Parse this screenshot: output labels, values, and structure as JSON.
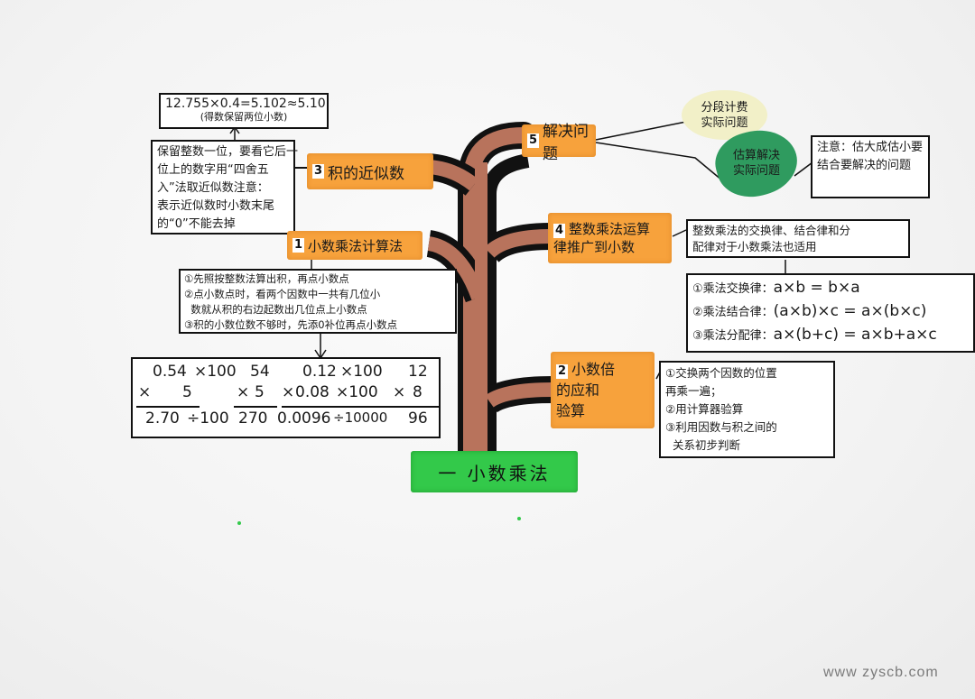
{
  "root": {
    "label": "一  小数乘法",
    "color": "#33c94a"
  },
  "branches": [
    {
      "id": 5,
      "number": "5",
      "title": "解决问题",
      "bubbles": [
        {
          "text": "分段计费实际问题",
          "color": "#f2f0c8"
        },
        {
          "text": "估算解决实际问题",
          "color": "#2f9b5f"
        }
      ],
      "note": "注意：估大成估小要结合要解决的问题"
    },
    {
      "id": 3,
      "number": "3",
      "title": "积的近似数",
      "example": {
        "line1": "12.755×0.4=5.102≈5.10",
        "line2": "(得数保留两位小数)"
      },
      "note_lines": [
        "保留整数一位，要看它后一",
        "位上的数字用“四舍五",
        "入”法取近似数注意：",
        "表示近似数时小数末尾",
        "的“0”不能去掉"
      ]
    },
    {
      "id": 4,
      "number": "4",
      "title_lines": [
        "整数乘法运算",
        "律推广到小数"
      ],
      "note_lines": [
        "整数乘法的交换律、结合律和分",
        "配律对于小数乘法也适用"
      ],
      "laws": [
        {
          "name": "①乘法交换律",
          "formula": "a×b = b×a"
        },
        {
          "name": "②乘法结合律",
          "formula": "(a×b)×c = a×(b×c)"
        },
        {
          "name": "③乘法分配律",
          "formula": "a×(b+c) = a×b+a×c"
        }
      ]
    },
    {
      "id": 1,
      "number": "1",
      "title": "小数乘法计算法",
      "rules": [
        "①先照按整数法算出积，再点小数点",
        "②点小数点时，看两个因数中一共有几位小",
        "  数就从积的右边起数出几位点上小数点",
        "③积的小数位数不够时，先添0补位再点小数点"
      ],
      "calc_examples": {
        "ex1": {
          "a": "0.54",
          "b": "5",
          "op_up": "×100",
          "int_a": "54",
          "int_b": "5",
          "result": "2.70",
          "op_down": "÷100",
          "int_result": "270"
        },
        "ex2": {
          "a": "0.12",
          "b": "0.08",
          "op_up_a": "×100",
          "op_up_b": "×100",
          "int_a": "12",
          "int_b": "8",
          "result": "0.0096",
          "op_down": "÷10000",
          "int_result": "96"
        }
      }
    },
    {
      "id": 2,
      "number": "2",
      "title_lines": [
        "小数倍",
        "的应和",
        "验算"
      ],
      "note_lines": [
        "①交换两个因数的位置",
        "再乘一遍；",
        "②用计算器验算",
        "③利用因数与积之间的",
        "  关系初步判断"
      ]
    }
  ],
  "colors": {
    "branch_orange": "#f7a23c",
    "trunk": "#b8735c",
    "outline": "#111111"
  },
  "watermark": "www zyscb.com"
}
